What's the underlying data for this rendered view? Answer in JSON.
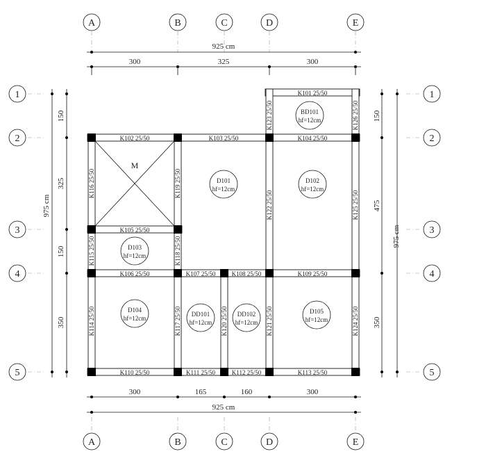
{
  "axes_x": [
    "A",
    "B",
    "C",
    "D",
    "E"
  ],
  "axes_y": [
    "1",
    "2",
    "3",
    "4",
    "5"
  ],
  "top_total": "925 cm",
  "top_spans": [
    "300",
    "325",
    "300"
  ],
  "bottom_spans": [
    "300",
    "165",
    "160",
    "300"
  ],
  "bottom_total": "925 cm",
  "left_total": "975 cm",
  "left_spans": [
    "150",
    "325",
    "150",
    "350"
  ],
  "right_total": "975 cm",
  "right_spans": [
    "150",
    "475",
    "350"
  ],
  "beams": {
    "k101": "K101 25/50",
    "k102": "K102 25/50",
    "k103": "K103 25/50",
    "k104": "K104 25/50",
    "k105": "K105 25/50",
    "k106": "K106 25/50",
    "k107": "K107 25/50",
    "k108": "K108 25/50",
    "k109": "K109 25/50",
    "k110": "K110 25/50",
    "k111": "K111 25/50",
    "k112": "K112 25/50",
    "k113": "K113 25/50",
    "k114": "K114 25/50",
    "k115": "K115 25/50",
    "k116": "K116 25/50",
    "k117": "K117 25/50",
    "k118": "K118 25/50",
    "k119": "K119 25/50",
    "k120": "K120 25/50",
    "k121": "K121 25/50",
    "k122": "K122 25/50",
    "k123": "K123 25/50",
    "k124": "K124 25/50",
    "k125": "K125 25/50",
    "k126": "K126 25/50"
  },
  "slabs": {
    "bd101": {
      "name": "BD101",
      "thickness": "hf=12cm"
    },
    "d101": {
      "name": "D101",
      "thickness": "hf=12cm"
    },
    "d102": {
      "name": "D102",
      "thickness": "hf=12cm"
    },
    "d103": {
      "name": "D103",
      "thickness": "hf=12cm"
    },
    "d104": {
      "name": "D104",
      "thickness": "hf=12cm"
    },
    "dd101": {
      "name": "DD101",
      "thickness": "hf=12cm"
    },
    "dd102": {
      "name": "DD102",
      "thickness": "hf=12cm"
    },
    "d105": {
      "name": "D105",
      "thickness": "hf=12cm"
    }
  },
  "stair_label": "M"
}
